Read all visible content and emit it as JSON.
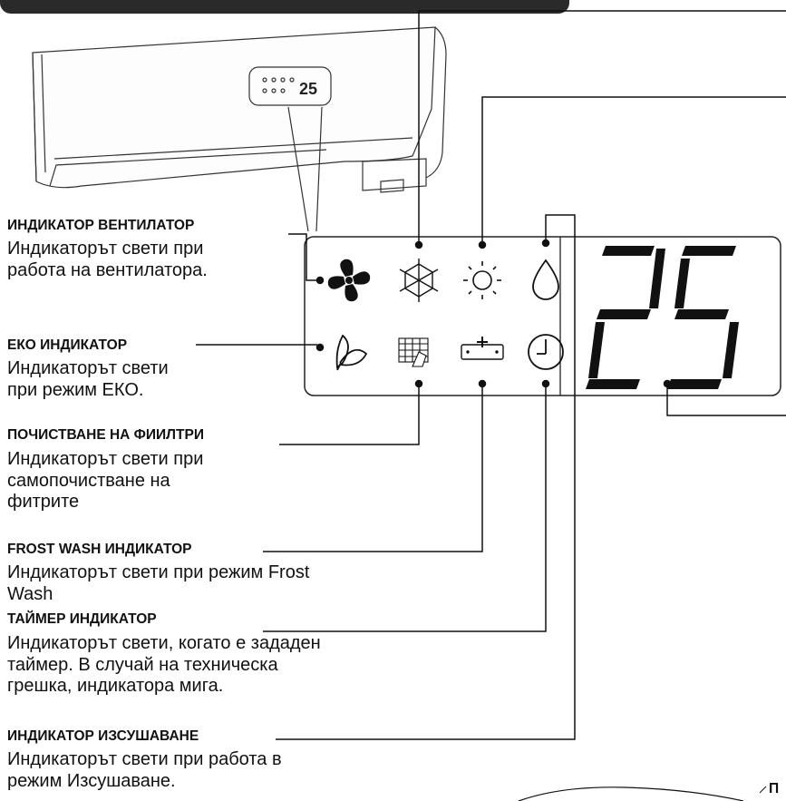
{
  "indicators": [
    {
      "label": "ИНДИКАТОР ВЕНТИЛАТОР",
      "desc": "Индикаторът свети при\nработа на вентилатора."
    },
    {
      "label": "ЕКО ИНДИКАТОР",
      "desc": "Индикаторът свети\nпри режим ЕКО."
    },
    {
      "label": "ПОЧИСТВАНЕ НА ФИИЛТРИ",
      "desc": "Индикаторът свети при\nсамопочистване на\nфитрите"
    },
    {
      "label": "FROST WASH ИНДИКАТОР",
      "desc": "Индикаторът свети при режим Frost\nWash"
    },
    {
      "label": "ТАЙМЕР ИНДИКАТОР",
      "desc": "Индикаторът свети, когато е зададен\nтаймер.  В случай на техническа\nгрешка, индикатора мига."
    },
    {
      "label": "ИНДИКАТОР ИЗСУШАВАНЕ",
      "desc": "Индикаторът свети при работа в\nрежим Изсушаване."
    }
  ],
  "display": {
    "digits": "25",
    "small_digits": "25"
  },
  "cut_text": "П",
  "icons": [
    "fan-icon",
    "snowflake-icon",
    "sun-icon",
    "droplet-icon",
    "leaf-icon",
    "filter-clean-icon",
    "frost-wash-icon",
    "timer-icon"
  ]
}
